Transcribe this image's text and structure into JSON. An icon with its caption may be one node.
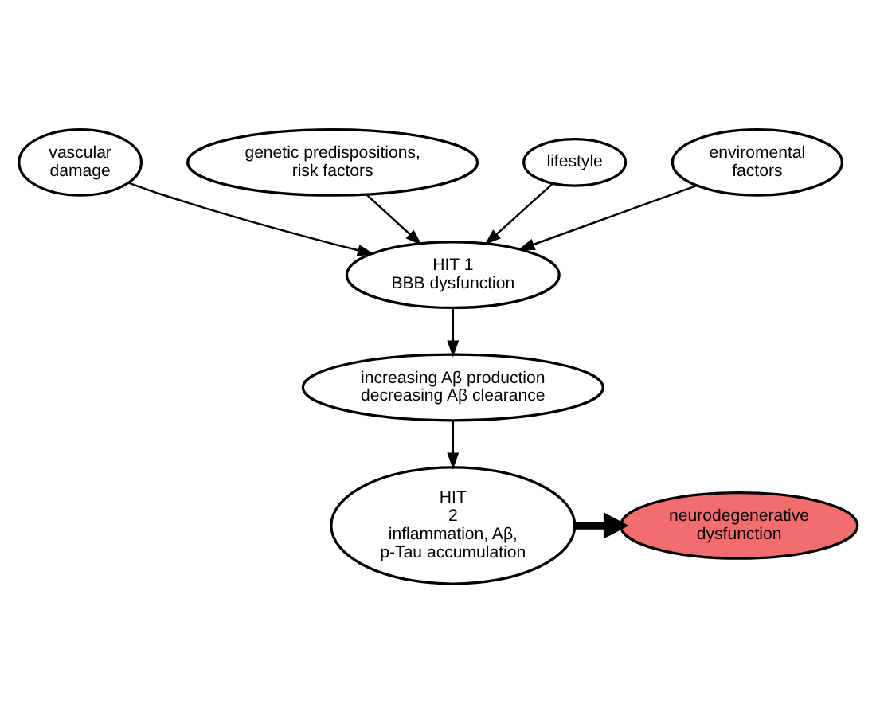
{
  "diagram": {
    "nodes": [
      {
        "text": [
          "vascular damage"
        ]
      },
      {
        "text": [
          "genetic predispositions, risk factors"
        ]
      },
      {
        "text": [
          "lifestyle"
        ]
      },
      {
        "text": [
          "enviromental factors"
        ]
      },
      {
        "text": [
          "HIT 1",
          "BBB dysfunction"
        ]
      },
      {
        "text": [
          "increasing Aβ production decreasing Aβ clearance"
        ]
      },
      {
        "text": [
          "HIT 2",
          "inflammation, Aβ, p-Tau accumulation"
        ]
      },
      {
        "text": [
          "neurodegenerative dysfunction"
        ]
      }
    ],
    "edges": [
      {
        "from": 0,
        "to": 4,
        "arrow": "to"
      },
      {
        "from": 1,
        "to": 4,
        "arrow": "to"
      },
      {
        "from": 2,
        "to": 4,
        "arrow": "to"
      },
      {
        "from": 3,
        "to": 4,
        "arrow": "to"
      },
      {
        "from": 4,
        "to": 5,
        "arrow": "to"
      },
      {
        "from": 5,
        "to": 6,
        "arrow": "to"
      },
      {
        "from": 6,
        "to": 7,
        "arrow": "to",
        "style": "thick"
      }
    ]
  }
}
